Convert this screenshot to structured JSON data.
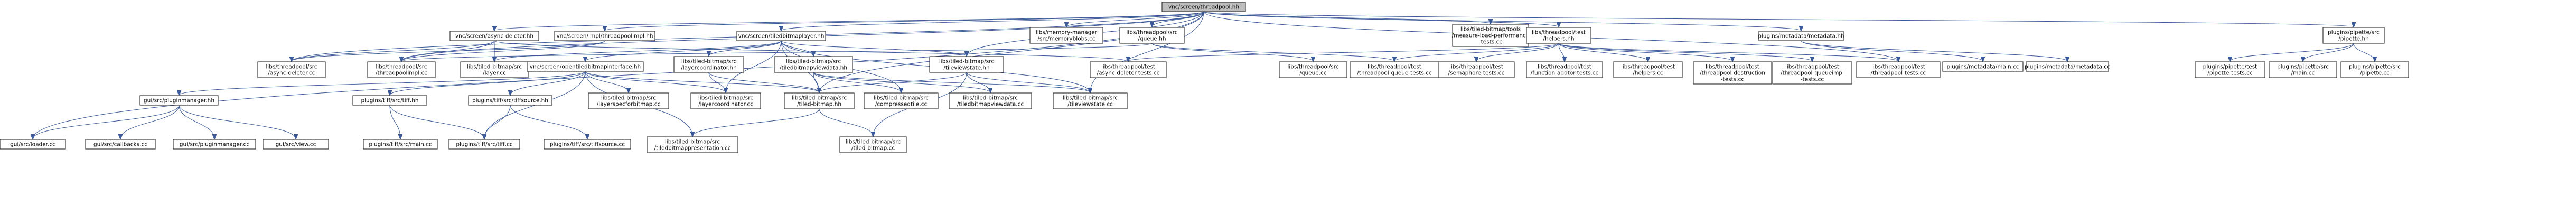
{
  "colors": {
    "edge": "#3b5998",
    "node_border": "#3a3a3a",
    "root_fill": "#bfbfbf",
    "node_fill": "#ffffff"
  },
  "nodes": [
    {
      "id": "root",
      "lines": [
        "vnc/screen/threadpool.hh"
      ],
      "root": true
    },
    {
      "id": "asyncdeleter_hh",
      "lines": [
        "vnc/screen/async-deleter.hh"
      ]
    },
    {
      "id": "threadpoolimpl_hh",
      "lines": [
        "vnc/screen/impl/threadpoolimpl.hh"
      ]
    },
    {
      "id": "tiledbitmaplayer_hh",
      "lines": [
        "vnc/screen/tiledbitmaplayer.hh"
      ]
    },
    {
      "id": "memory_manager",
      "lines": [
        "libs/memory-manager",
        "/src/memoryblobs.cc"
      ]
    },
    {
      "id": "queue_hh",
      "lines": [
        "libs/threadpool/src",
        "/queue.hh"
      ]
    },
    {
      "id": "measure_tests",
      "lines": [
        "libs/tiled-bitmap/tools",
        "/measure-load-performance",
        "-tests.cc"
      ]
    },
    {
      "id": "test_helpers_hh",
      "lines": [
        "libs/threadpool/test",
        "/helpers.hh"
      ]
    },
    {
      "id": "metadata_hh",
      "lines": [
        "plugins/metadata/metadata.hh"
      ]
    },
    {
      "id": "pipette_hh",
      "lines": [
        "plugins/pipette/src",
        "/pipette.hh"
      ]
    },
    {
      "id": "async_deleter_cc",
      "lines": [
        "libs/threadpool/src",
        "/async-deleter.cc"
      ]
    },
    {
      "id": "threadpoolimpl_cc",
      "lines": [
        "libs/threadpool/src",
        "/threadpoolimpl.cc"
      ]
    },
    {
      "id": "layer_cc",
      "lines": [
        "libs/tiled-bitmap/src",
        "/layer.cc"
      ]
    },
    {
      "id": "opentiled_hh",
      "lines": [
        "vnc/screen/opentiledbitmapinterface.hh"
      ]
    },
    {
      "id": "layercoordinator_hh",
      "lines": [
        "libs/tiled-bitmap/src",
        "/layercoordinator.hh"
      ]
    },
    {
      "id": "tiledbitmapviewdata_hh",
      "lines": [
        "libs/tiled-bitmap/src",
        "/tiledbitmapviewdata.hh"
      ]
    },
    {
      "id": "tileviewstate_hh",
      "lines": [
        "libs/tiled-bitmap/src",
        "/tileviewstate.hh"
      ]
    },
    {
      "id": "async_deleter_tests",
      "lines": [
        "libs/threadpool/test",
        "/async-deleter-tests.cc"
      ]
    },
    {
      "id": "queue_cc",
      "lines": [
        "libs/threadpool/src",
        "/queue.cc"
      ]
    },
    {
      "id": "queue_tests",
      "lines": [
        "libs/threadpool/test",
        "/threadpool-queue-tests.cc"
      ]
    },
    {
      "id": "semaphore_tests",
      "lines": [
        "libs/threadpool/test",
        "/semaphore-tests.cc"
      ]
    },
    {
      "id": "function_addtor_tests",
      "lines": [
        "libs/threadpool/test",
        "/function-addtor-tests.cc"
      ]
    },
    {
      "id": "helpers_cc",
      "lines": [
        "libs/threadpool/test",
        "/helpers.cc"
      ]
    },
    {
      "id": "destruction_tests",
      "lines": [
        "libs/threadpool/test",
        "/threadpool-destruction",
        "-tests.cc"
      ]
    },
    {
      "id": "queueimpl_tests",
      "lines": [
        "libs/threadpool/test",
        "/threadpool-queueimpl",
        "-tests.cc"
      ]
    },
    {
      "id": "threadpool_tests",
      "lines": [
        "libs/threadpool/test",
        "/threadpool-tests.cc"
      ]
    },
    {
      "id": "metadata_main",
      "lines": [
        "plugins/metadata/main.cc"
      ]
    },
    {
      "id": "metadata_cc",
      "lines": [
        "plugins/metadata/metadata.cc"
      ]
    },
    {
      "id": "pipette_tests",
      "lines": [
        "plugins/pipette/test",
        "/pipette-tests.cc"
      ]
    },
    {
      "id": "pipette_main",
      "lines": [
        "plugins/pipette/src",
        "/main.cc"
      ]
    },
    {
      "id": "pipette_cc",
      "lines": [
        "plugins/pipette/src",
        "/pipette.cc"
      ]
    },
    {
      "id": "pluginmanager_hh",
      "lines": [
        "gui/src/pluginmanager.hh"
      ]
    },
    {
      "id": "tiff_hh",
      "lines": [
        "plugins/tiff/src/tiff.hh"
      ]
    },
    {
      "id": "tiffsource_hh",
      "lines": [
        "plugins/tiff/src/tiffsource.hh"
      ]
    },
    {
      "id": "layerspecforbitmap",
      "lines": [
        "libs/tiled-bitmap/src",
        "/layerspecforbitmap.cc"
      ]
    },
    {
      "id": "layercoordinator_cc",
      "lines": [
        "libs/tiled-bitmap/src",
        "/layercoordinator.cc"
      ]
    },
    {
      "id": "tiledbitmap_hh",
      "lines": [
        "libs/tiled-bitmap/src",
        "/tiled-bitmap.hh"
      ]
    },
    {
      "id": "compressedtile_cc",
      "lines": [
        "libs/tiled-bitmap/src",
        "/compressedtile.cc"
      ]
    },
    {
      "id": "tiledbitmapviewdata_cc",
      "lines": [
        "libs/tiled-bitmap/src",
        "/tiledbitmapviewdata.cc"
      ]
    },
    {
      "id": "tileviewstate_cc",
      "lines": [
        "libs/tiled-bitmap/src",
        "/tileviewstate.cc"
      ]
    },
    {
      "id": "gui_loader",
      "lines": [
        "gui/src/loader.cc"
      ]
    },
    {
      "id": "gui_callbacks",
      "lines": [
        "gui/src/callbacks.cc"
      ]
    },
    {
      "id": "gui_pluginmanager",
      "lines": [
        "gui/src/pluginmanager.cc"
      ]
    },
    {
      "id": "gui_view",
      "lines": [
        "gui/src/view.cc"
      ]
    },
    {
      "id": "tiff_main",
      "lines": [
        "plugins/tiff/src/main.cc"
      ]
    },
    {
      "id": "tiff_cc",
      "lines": [
        "plugins/tiff/src/tiff.cc"
      ]
    },
    {
      "id": "tiffsource_cc",
      "lines": [
        "plugins/tiff/src/tiffsource.cc"
      ]
    },
    {
      "id": "presentation_cc",
      "lines": [
        "libs/tiled-bitmap/src",
        "/tiledbitmappresentation.cc"
      ]
    },
    {
      "id": "tiledbitmap_cc",
      "lines": [
        "libs/tiled-bitmap/src",
        "/tiled-bitmap.cc"
      ]
    }
  ],
  "edges": [
    [
      "root",
      "asyncdeleter_hh"
    ],
    [
      "root",
      "threadpoolimpl_hh"
    ],
    [
      "root",
      "tiledbitmaplayer_hh"
    ],
    [
      "root",
      "memory_manager"
    ],
    [
      "root",
      "queue_hh"
    ],
    [
      "root",
      "measure_tests"
    ],
    [
      "root",
      "test_helpers_hh"
    ],
    [
      "root",
      "metadata_hh"
    ],
    [
      "root",
      "pipette_hh"
    ],
    [
      "root",
      "gui_loader"
    ],
    [
      "root",
      "async_deleter_cc"
    ],
    [
      "root",
      "threadpoolimpl_cc"
    ],
    [
      "root",
      "tiledbitmap_hh"
    ],
    [
      "root",
      "tileviewstate_hh"
    ],
    [
      "root",
      "threadpool_tests"
    ],
    [
      "root",
      "tileviewstate_cc"
    ],
    [
      "asyncdeleter_hh",
      "async_deleter_cc"
    ],
    [
      "asyncdeleter_hh",
      "threadpoolimpl_cc"
    ],
    [
      "asyncdeleter_hh",
      "layer_cc"
    ],
    [
      "asyncdeleter_hh",
      "async_deleter_tests"
    ],
    [
      "threadpoolimpl_hh",
      "threadpoolimpl_cc"
    ],
    [
      "threadpoolimpl_hh",
      "async_deleter_cc"
    ],
    [
      "tiledbitmaplayer_hh",
      "opentiled_hh"
    ],
    [
      "tiledbitmaplayer_hh",
      "layercoordinator_hh"
    ],
    [
      "tiledbitmaplayer_hh",
      "tiledbitmapviewdata_hh"
    ],
    [
      "tiledbitmaplayer_hh",
      "tileviewstate_hh"
    ],
    [
      "tiledbitmaplayer_hh",
      "layer_cc"
    ],
    [
      "tiledbitmaplayer_hh",
      "tiledbitmap_hh"
    ],
    [
      "tiledbitmaplayer_hh",
      "layercoordinator_cc"
    ],
    [
      "tiledbitmaplayer_hh",
      "tileviewstate_cc"
    ],
    [
      "tiledbitmaplayer_hh",
      "compressedtile_cc"
    ],
    [
      "queue_hh",
      "queue_cc"
    ],
    [
      "queue_hh",
      "queue_tests"
    ],
    [
      "queue_hh",
      "threadpoolimpl_cc"
    ],
    [
      "test_helpers_hh",
      "async_deleter_tests"
    ],
    [
      "test_helpers_hh",
      "queue_tests"
    ],
    [
      "test_helpers_hh",
      "semaphore_tests"
    ],
    [
      "test_helpers_hh",
      "function_addtor_tests"
    ],
    [
      "test_helpers_hh",
      "helpers_cc"
    ],
    [
      "test_helpers_hh",
      "destruction_tests"
    ],
    [
      "test_helpers_hh",
      "queueimpl_tests"
    ],
    [
      "test_helpers_hh",
      "threadpool_tests"
    ],
    [
      "metadata_hh",
      "metadata_main"
    ],
    [
      "metadata_hh",
      "metadata_cc"
    ],
    [
      "pipette_hh",
      "pipette_tests"
    ],
    [
      "pipette_hh",
      "pipette_main"
    ],
    [
      "pipette_hh",
      "pipette_cc"
    ],
    [
      "opentiled_hh",
      "pluginmanager_hh"
    ],
    [
      "opentiled_hh",
      "tiff_hh"
    ],
    [
      "opentiled_hh",
      "tiffsource_hh"
    ],
    [
      "opentiled_hh",
      "layerspecforbitmap"
    ],
    [
      "opentiled_hh",
      "layercoordinator_cc"
    ],
    [
      "opentiled_hh",
      "tiledbitmap_hh"
    ],
    [
      "opentiled_hh",
      "presentation_cc"
    ],
    [
      "opentiled_hh",
      "tiff_cc"
    ],
    [
      "layercoordinator_hh",
      "layercoordinator_cc"
    ],
    [
      "layercoordinator_hh",
      "tiledbitmap_hh"
    ],
    [
      "tiledbitmapviewdata_hh",
      "tiledbitmap_hh"
    ],
    [
      "tiledbitmapviewdata_hh",
      "compressedtile_cc"
    ],
    [
      "tiledbitmapviewdata_hh",
      "tiledbitmapviewdata_cc"
    ],
    [
      "tiledbitmapviewdata_hh",
      "tileviewstate_cc"
    ],
    [
      "tileviewstate_hh",
      "tiledbitmap_hh"
    ],
    [
      "tileviewstate_hh",
      "tiledbitmapviewdata_cc"
    ],
    [
      "tileviewstate_hh",
      "tileviewstate_cc"
    ],
    [
      "tileviewstate_hh",
      "tiledbitmap_cc"
    ],
    [
      "pluginmanager_hh",
      "gui_loader"
    ],
    [
      "pluginmanager_hh",
      "gui_callbacks"
    ],
    [
      "pluginmanager_hh",
      "gui_pluginmanager"
    ],
    [
      "pluginmanager_hh",
      "gui_view"
    ],
    [
      "tiff_hh",
      "tiff_main"
    ],
    [
      "tiff_hh",
      "tiff_cc"
    ],
    [
      "tiffsource_hh",
      "tiff_cc"
    ],
    [
      "tiffsource_hh",
      "tiffsource_cc"
    ],
    [
      "tiledbitmap_hh",
      "tiledbitmap_cc"
    ],
    [
      "tiledbitmap_hh",
      "presentation_cc"
    ]
  ]
}
